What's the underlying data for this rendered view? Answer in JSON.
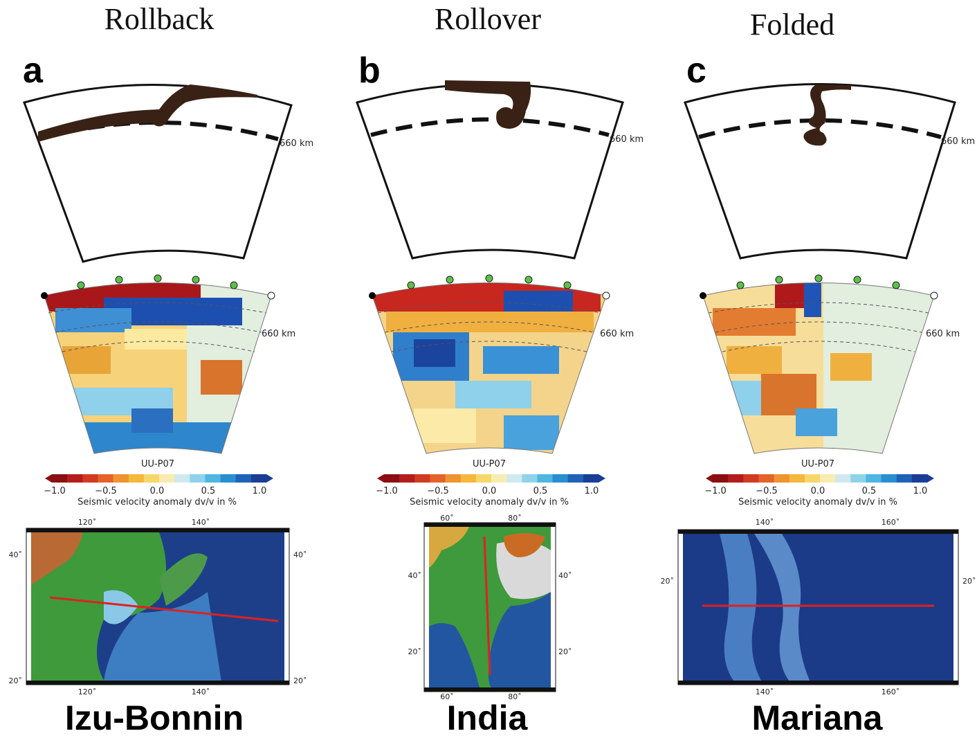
{
  "panels": [
    {
      "title": "Rollback",
      "letter": "a",
      "depth_label": "660 km",
      "model": "UU-P07",
      "colorbar": {
        "ticks": [
          "−1.0",
          "−0.5",
          "0.0",
          "0.5",
          "1.0"
        ],
        "label": "Seismic velocity anomaly dv/v in %"
      },
      "map": {
        "top_ticks": [
          "120˚",
          "140˚"
        ],
        "bottom_ticks": [
          "120˚",
          "140˚"
        ],
        "left_ticks": [
          "40˚",
          "20˚"
        ],
        "right_ticks": [
          "40˚",
          "20˚"
        ]
      },
      "region": "Izu-Bonnin"
    },
    {
      "title": "Rollover",
      "letter": "b",
      "depth_label": "660 km",
      "model": "UU-P07",
      "colorbar": {
        "ticks": [
          "−1.0",
          "−0.5",
          "0.0",
          "0.5",
          "1.0"
        ],
        "label": "Seismic velocity anomaly dv/v in %"
      },
      "map": {
        "top_ticks": [
          "60˚",
          "80˚"
        ],
        "bottom_ticks": [
          "60˚",
          "80˚"
        ],
        "left_ticks": [
          "40˚",
          "20˚"
        ],
        "right_ticks": [
          "40˚",
          "20˚"
        ]
      },
      "region": "India"
    },
    {
      "title": "Folded",
      "letter": "c",
      "depth_label": "660 km",
      "model": "UU-P07",
      "colorbar": {
        "ticks": [
          "−1.0",
          "−0.5",
          "0.0",
          "0.5",
          "1.0"
        ],
        "label": "Seismic velocity anomaly dv/v in %"
      },
      "map": {
        "top_ticks": [
          "140˚",
          "160˚"
        ],
        "bottom_ticks": [
          "140˚",
          "160˚"
        ],
        "left_ticks": [
          "20˚"
        ],
        "right_ticks": [
          "20˚"
        ]
      },
      "region": "Mariana"
    }
  ],
  "colors": {
    "slab": "#3a2116",
    "profile_line": "#e02020",
    "station_dot": "#5cc04a",
    "colorbar": [
      "#8b0f12",
      "#b41d1d",
      "#d13b22",
      "#e3632b",
      "#ee9330",
      "#f3b83c",
      "#f6d76a",
      "#f8ecb0",
      "#cfe9ef",
      "#8fd3ea",
      "#4fb6e2",
      "#2a8fd0",
      "#1f63b8",
      "#1a3e96"
    ]
  }
}
